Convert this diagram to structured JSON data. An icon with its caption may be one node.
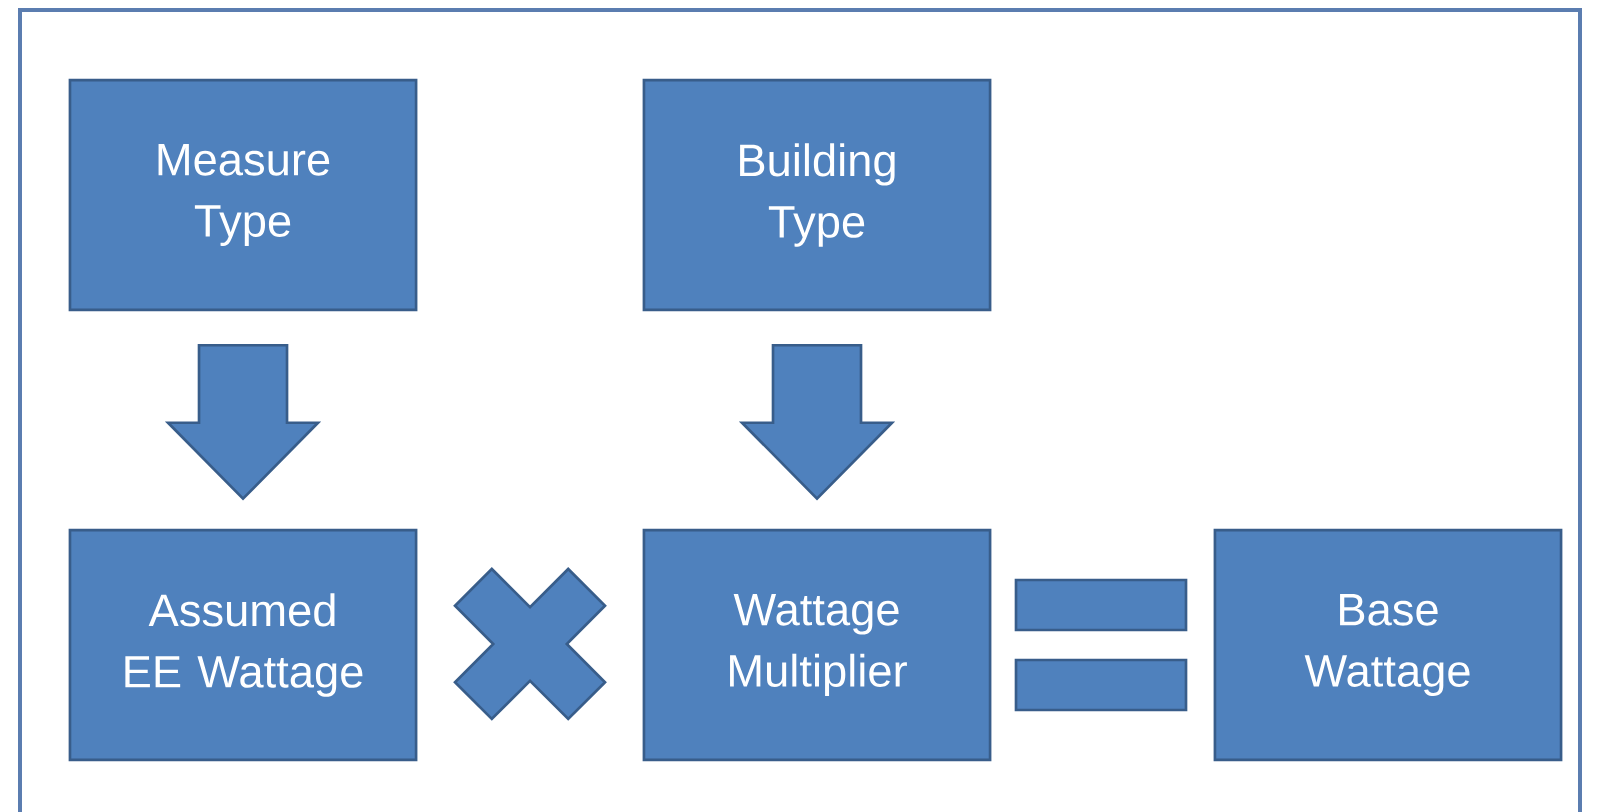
{
  "diagram": {
    "nodes": [
      {
        "text": [
          "Measure Type"
        ]
      },
      {
        "text": [
          "Building Type"
        ]
      },
      {
        "text": [
          "Assumed EE Wattage"
        ]
      },
      {
        "text": [
          "Wattage Multiplier"
        ]
      },
      {
        "text": [
          "Base Wattage"
        ]
      }
    ],
    "edges": [
      {
        "from": 0,
        "to": 2,
        "arrow": "to"
      },
      {
        "from": 1,
        "to": 3,
        "arrow": "to"
      }
    ]
  }
}
